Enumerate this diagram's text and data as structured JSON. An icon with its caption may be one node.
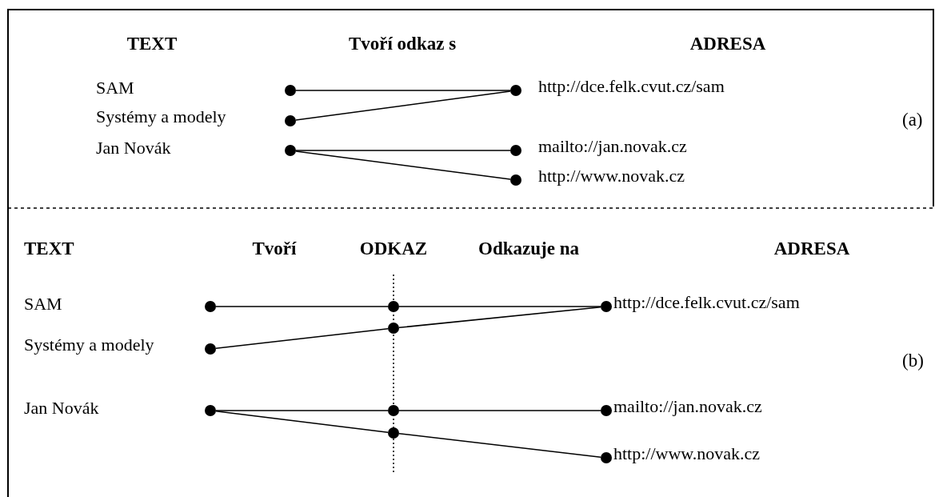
{
  "diagram": {
    "nodes": [
      {
        "text": [],
        "shape": "circle"
      },
      {
        "text": [],
        "shape": "circle",
        "beside": [
          "http://dce.felk.cvut.cz/sam"
        ]
      },
      {
        "text": [],
        "shape": "circle",
        "beside": [
          "Systémy a modely"
        ]
      },
      {
        "text": [],
        "shape": "circle"
      },
      {
        "text": [],
        "shape": "circle",
        "beside": [
          "mailto://jan.novak.cz"
        ]
      },
      {
        "text": [],
        "shape": "circle",
        "beside": [
          "http://www.novak.cz"
        ]
      },
      {
        "text": [],
        "shape": "circle"
      },
      {
        "text": [],
        "shape": "circle"
      },
      {
        "text": [],
        "shape": "circle",
        "beside": [
          "http://dce.felk.cvut.cz/sam"
        ]
      },
      {
        "text": [],
        "shape": "circle"
      },
      {
        "text": [],
        "shape": "circle",
        "beside": [
          "Systémy a modely"
        ]
      },
      {
        "text": [],
        "shape": "circle"
      },
      {
        "text": [],
        "shape": "circle"
      },
      {
        "text": [],
        "shape": "circle",
        "beside": [
          "mailto://jan.novak.cz"
        ]
      },
      {
        "text": [],
        "shape": "circle"
      },
      {
        "text": [],
        "shape": "circle",
        "beside": [
          "http://www.novak.cz"
        ]
      }
    ],
    "edges": [
      {
        "from": 0,
        "to": 1,
        "arrow": "none"
      },
      {
        "from": 2,
        "to": 1,
        "arrow": "none"
      },
      {
        "from": 3,
        "to": 4,
        "arrow": "none"
      },
      {
        "from": 3,
        "to": 5,
        "arrow": "none"
      },
      {
        "from": 6,
        "to": 7,
        "arrow": "none"
      },
      {
        "from": 7,
        "to": 8,
        "arrow": "none"
      },
      {
        "from": 10,
        "to": 9,
        "arrow": "none"
      },
      {
        "from": 9,
        "to": 8,
        "arrow": "none"
      },
      {
        "from": 11,
        "to": 12,
        "arrow": "none"
      },
      {
        "from": 12,
        "to": 13,
        "arrow": "none"
      },
      {
        "from": 11,
        "to": 14,
        "arrow": "none"
      },
      {
        "from": 14,
        "to": 15,
        "arrow": "none"
      }
    ],
    "labels": [
      "TEXT",
      "Tvoří odkaz s",
      "ADRESA",
      "SAM",
      "(a)",
      "Jan Novák",
      "TEXT",
      "Tvoří",
      "ODKAZ",
      "Odkazuje na",
      "ADRESA",
      "SAM",
      "(b)",
      "Jan Novák"
    ]
  }
}
